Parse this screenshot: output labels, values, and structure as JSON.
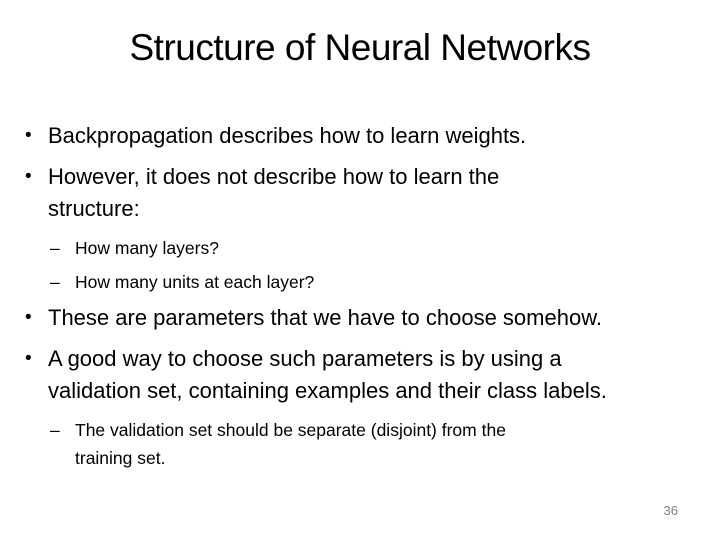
{
  "slide": {
    "title": "Structure of Neural Networks",
    "page_number": "36",
    "markers": {
      "level1": "•",
      "level2": "–"
    },
    "colors": {
      "background": "#ffffff",
      "text": "#000000",
      "page_number": "#7f7f7f"
    },
    "bullets": [
      {
        "level": 1,
        "text": "Backpropagation describes how to learn weights."
      },
      {
        "level": 1,
        "text": "However, it does not describe how to learn the\nstructure:"
      },
      {
        "level": 2,
        "text": "How many layers?"
      },
      {
        "level": 2,
        "text": "How many units at each layer?"
      },
      {
        "level": 1,
        "text": "These are parameters that we have to choose somehow."
      },
      {
        "level": 1,
        "text": "A good way to choose such parameters is by using a\nvalidation set, containing examples and their class labels."
      },
      {
        "level": 2,
        "text": "The validation set should be separate (disjoint) from the\ntraining set."
      }
    ]
  }
}
